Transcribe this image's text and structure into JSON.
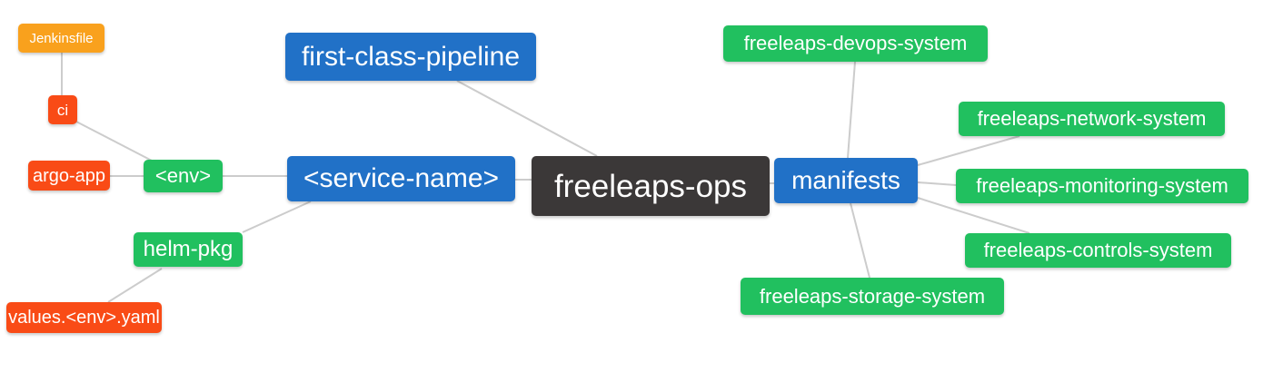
{
  "colors": {
    "center": "#3b3838",
    "primary": "#2171c7",
    "secondary": "#21c05f",
    "tertiary": "#f94b16",
    "quaternary": "#f9a11d",
    "connector": "#cccccc",
    "text": "#ffffff",
    "background": "#ffffff"
  },
  "nodes": {
    "root": {
      "label": "freeleaps-ops"
    },
    "pipeline": {
      "label": "first-class-pipeline"
    },
    "service": {
      "label": "<service-name>"
    },
    "manifests": {
      "label": "manifests"
    },
    "env": {
      "label": "<env>"
    },
    "helm": {
      "label": "helm-pkg"
    },
    "ci": {
      "label": "ci"
    },
    "argo": {
      "label": "argo-app"
    },
    "jenkinsfile": {
      "label": "Jenkinsfile"
    },
    "values": {
      "label": "values.<env>.yaml"
    },
    "devops": {
      "label": "freeleaps-devops-system"
    },
    "network": {
      "label": "freeleaps-network-system"
    },
    "monitoring": {
      "label": "freeleaps-monitoring-system"
    },
    "controls": {
      "label": "freeleaps-controls-system"
    },
    "storage": {
      "label": "freeleaps-storage-system"
    }
  }
}
